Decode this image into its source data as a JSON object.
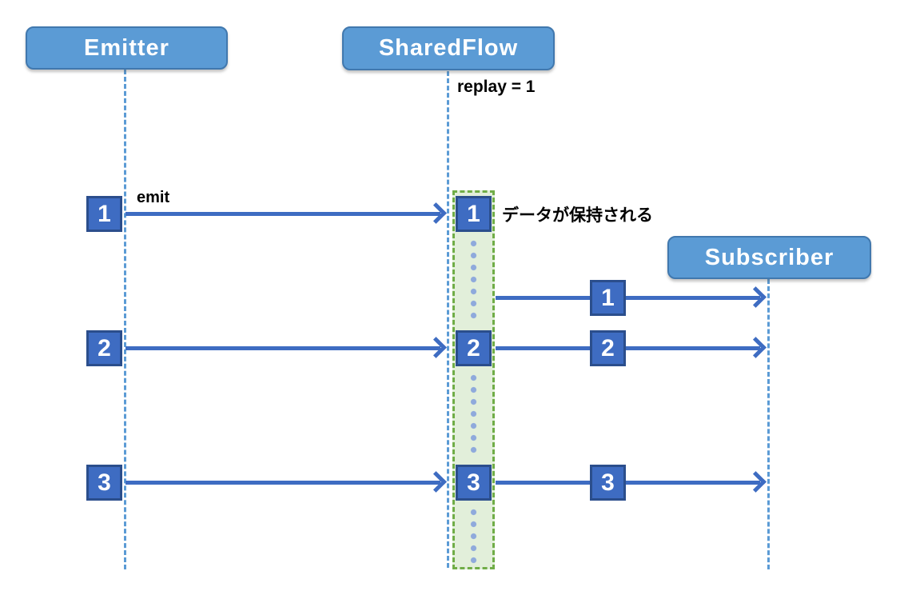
{
  "diagram": {
    "type": "sequence-diagram",
    "topic": "SharedFlow replay buffer behavior",
    "nodes": {
      "emitter": "Emitter",
      "shared_flow": "SharedFlow",
      "subscriber": "Subscriber"
    },
    "annotations": {
      "replay": "replay = 1",
      "emit": "emit",
      "retained": "データが保持される"
    },
    "events": {
      "emitter": [
        "1",
        "2",
        "3"
      ],
      "buffer": [
        "1",
        "2",
        "3"
      ],
      "subscriber": [
        "1",
        "2",
        "3"
      ]
    },
    "colors": {
      "node_fill": "#5B9BD5",
      "node_border": "#4178AE",
      "node_text": "#FFFFFF",
      "event_fill": "#3E6CC2",
      "event_border": "#2B4E8C",
      "arrow": "#3E6CC2",
      "lifeline": "#5B9BD5",
      "buffer_region_fill": "#E2EFDA",
      "buffer_region_border": "#70AD47",
      "buffer_dots": "#8FAADC",
      "label_text": "#000000"
    }
  }
}
